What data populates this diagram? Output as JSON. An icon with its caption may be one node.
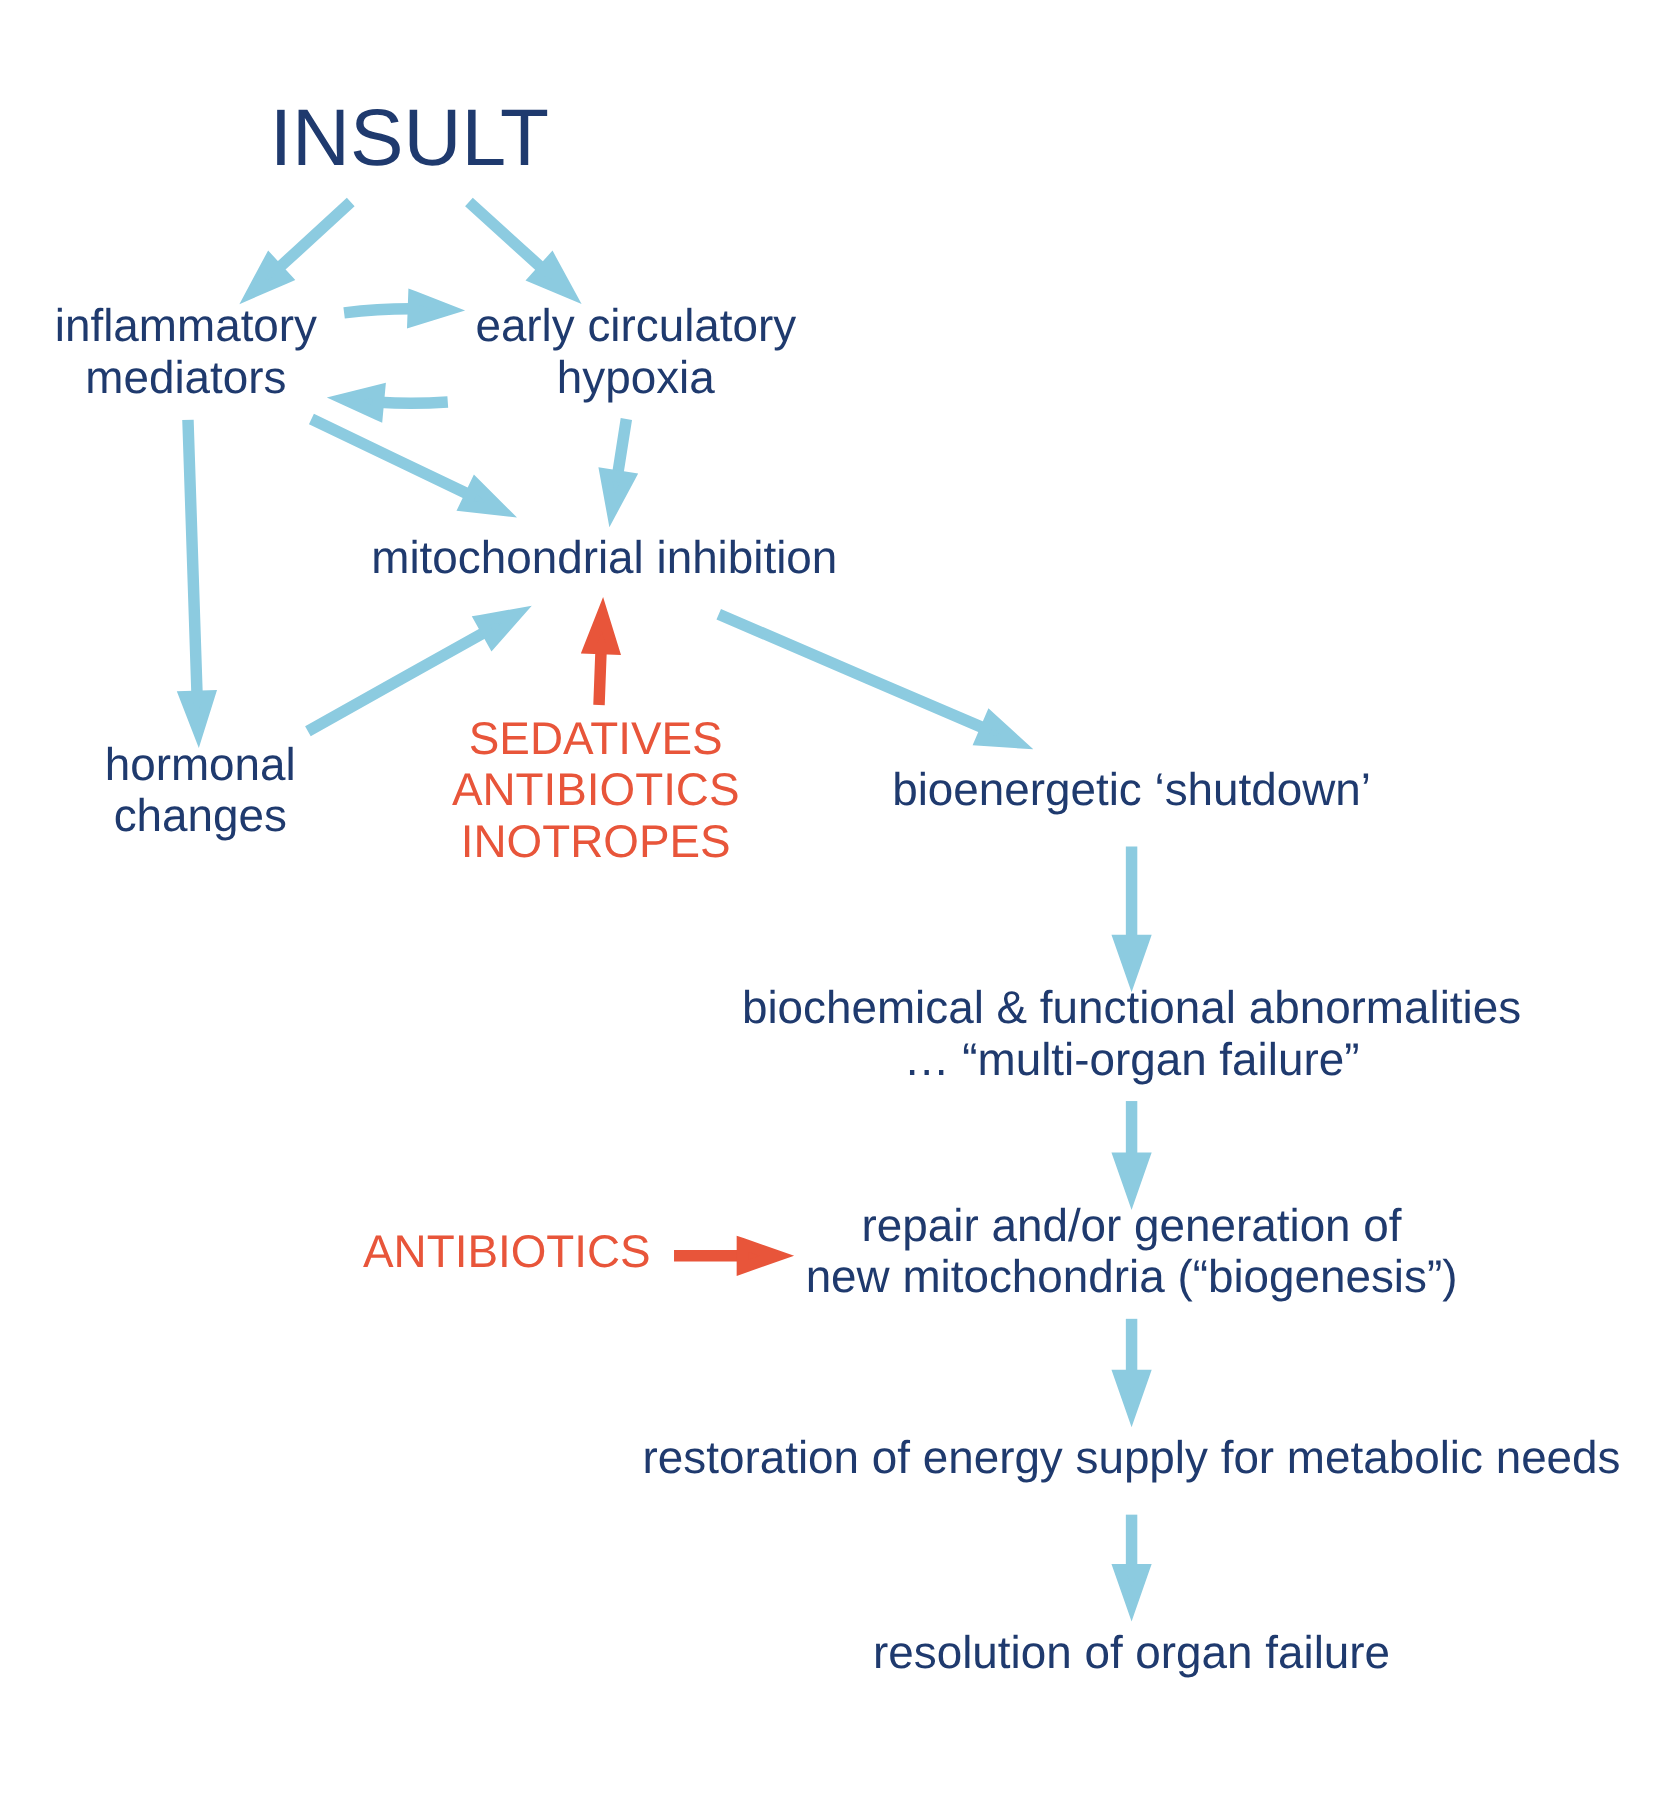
{
  "diagram": {
    "nodes": [
      {
        "text": [
          "INSULT"
        ]
      },
      {
        "text": [
          "inflammatory mediators"
        ]
      },
      {
        "text": [
          "early circulatory hypoxia"
        ]
      },
      {
        "text": [
          "mitochondrial inhibition"
        ]
      },
      {
        "text": [
          "hormonal changes"
        ]
      },
      {
        "text": [
          "bioenergetic ‘shutdown’"
        ]
      },
      {
        "text": [
          "SEDATIVES ANTIBIOTICS INOTROPES"
        ]
      },
      {
        "text": [
          "biochemical & functional abnormalities … “multi-organ failure”"
        ]
      },
      {
        "text": [
          "repair and/or generation of new mitochondria (“biogenesis”)"
        ]
      },
      {
        "text": [
          "ANTIBIOTICS"
        ]
      },
      {
        "text": [
          "restoration of energy supply for metabolic needs"
        ]
      },
      {
        "text": [
          "resolution of organ failure"
        ]
      }
    ],
    "edges": [
      {
        "from": 0,
        "to": 1,
        "arrow": "to"
      },
      {
        "from": 0,
        "to": 2,
        "arrow": "to"
      },
      {
        "from": 2,
        "to": 1,
        "arrow": "to"
      },
      {
        "from": 1,
        "to": 2,
        "arrow": "to"
      },
      {
        "from": 1,
        "to": 4,
        "arrow": "to"
      },
      {
        "from": 1,
        "to": 3,
        "arrow": "to"
      },
      {
        "from": 2,
        "to": 3,
        "arrow": "to"
      },
      {
        "from": 4,
        "to": 3,
        "arrow": "to"
      },
      {
        "from": 3,
        "to": 5,
        "arrow": "to"
      },
      {
        "from": 6,
        "to": 3,
        "arrow": "to",
        "color": "#e8553a"
      },
      {
        "from": 5,
        "to": 7,
        "arrow": "to"
      },
      {
        "from": 7,
        "to": 8,
        "arrow": "to"
      },
      {
        "from": 9,
        "to": 8,
        "arrow": "to",
        "color": "#e8553a"
      },
      {
        "from": 8,
        "to": 10,
        "arrow": "to"
      },
      {
        "from": 10,
        "to": 11,
        "arrow": "to"
      }
    ]
  }
}
